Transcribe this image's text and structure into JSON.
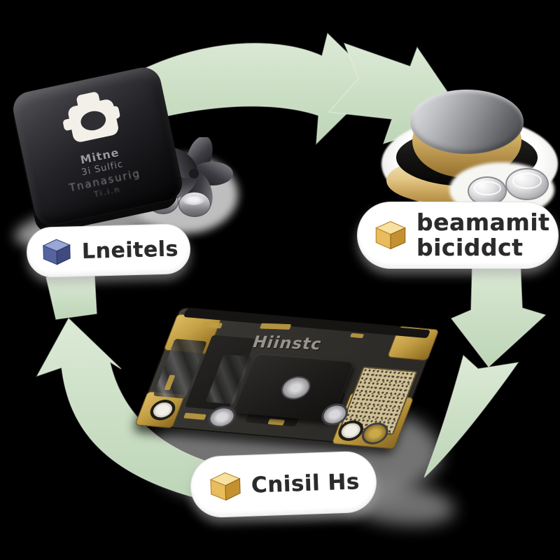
{
  "diagram": {
    "type": "three-node-cycle",
    "direction": "clockwise",
    "background_color": "#000000",
    "arrow_color": "#cfe0ca",
    "nodes": {
      "tracker_device": {
        "description": "black rounded square device with white camera icon",
        "icon": "camera-icon",
        "engraving": [
          "Mitne",
          "3i Sulfic",
          "Tnanasurig",
          "Ti.i.n"
        ]
      },
      "metal_knob": {
        "description": "silver and gold cylindrical knob on white pedestal with two crystal buttons"
      },
      "circuit_board": {
        "description": "dark PCB with gold corners and pads",
        "brand_text": "Hiinstc"
      }
    },
    "labels": {
      "left": {
        "text": "Lneitels",
        "icon": "blue-cube-icon",
        "icon_color": "#5565a8"
      },
      "right": {
        "line1": "beamamit",
        "line2": "biciddct",
        "icon": "gold-cube-icon",
        "icon_color": "#e0b054"
      },
      "bottom": {
        "text": "Cnisil Hs",
        "icon": "gold-cube-icon",
        "icon_color": "#e0b054"
      }
    },
    "colors": {
      "arrow_green": "#cfe0ca",
      "pill_background": "#ffffff",
      "pill_text": "#2b2b2b",
      "pcb_gold": "#c3a045",
      "knob_gold": "#d8b76b",
      "knob_silver": "#bcbdc1",
      "device_black": "#232327"
    }
  }
}
